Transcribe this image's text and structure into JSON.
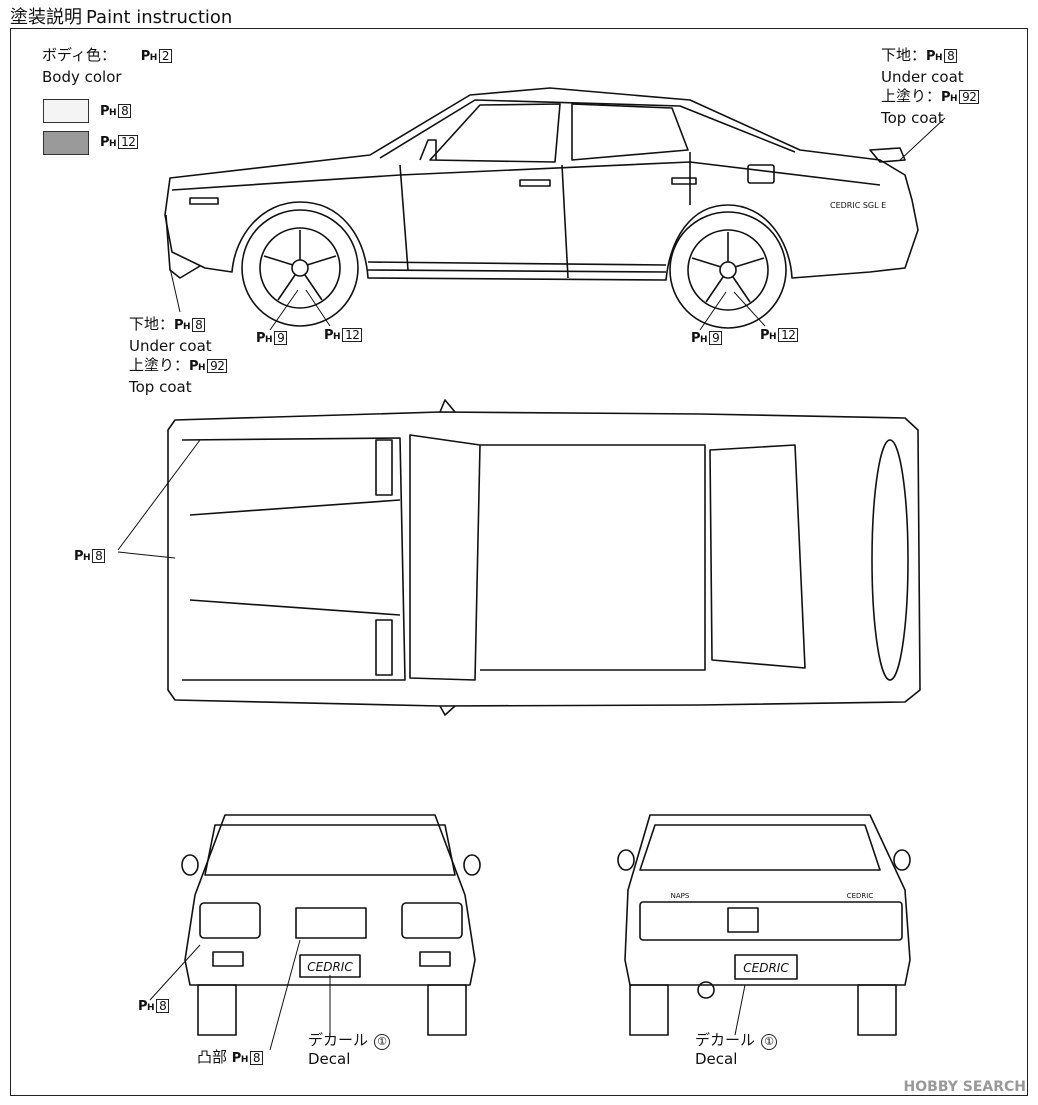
{
  "title": {
    "jp": "塗装説明",
    "en": "Paint instruction"
  },
  "legend": {
    "body_color_jp": "ボディ色：",
    "body_color_en": "Body color",
    "body_code": {
      "prefix": "P",
      "sub": "H",
      "num": "2"
    },
    "swatch1": {
      "color": "#f4f4f4",
      "code": {
        "prefix": "P",
        "sub": "H",
        "num": "8"
      }
    },
    "swatch2": {
      "color": "#9a9a9a",
      "code": {
        "prefix": "P",
        "sub": "H",
        "num": "12"
      }
    }
  },
  "callouts": {
    "spoiler_rear": {
      "under_jp": "下地：",
      "under_code": "8",
      "under_en": "Under coat",
      "top_jp": "上塗り：",
      "top_code": "92",
      "top_en": "Top coat"
    },
    "spoiler_front": {
      "under_jp": "下地：",
      "under_code": "8",
      "under_en": "Under coat",
      "top_jp": "上塗り：",
      "top_code": "92",
      "top_en": "Top coat"
    },
    "wheel_front": {
      "a": "9",
      "b": "12"
    },
    "wheel_rear": {
      "a": "9",
      "b": "12"
    },
    "top_mirrors": {
      "code": "8"
    },
    "front_lamp": {
      "code": "8"
    },
    "front_grille": {
      "jp": "凸部",
      "code": "8"
    },
    "front_decal": {
      "jp": "デカール",
      "en": "Decal",
      "num": "①"
    },
    "rear_decal": {
      "jp": "デカール",
      "en": "Decal",
      "num": "①"
    },
    "code_prefix": "P",
    "code_sub": "H"
  },
  "car_text": {
    "side_badge": "CEDRIC SGL E",
    "front_plate": "CEDRIC",
    "rear_plate": "CEDRIC",
    "rear_badge": "CEDRIC",
    "maps": "NAPS"
  },
  "watermark": "HOBBY SEARCH"
}
